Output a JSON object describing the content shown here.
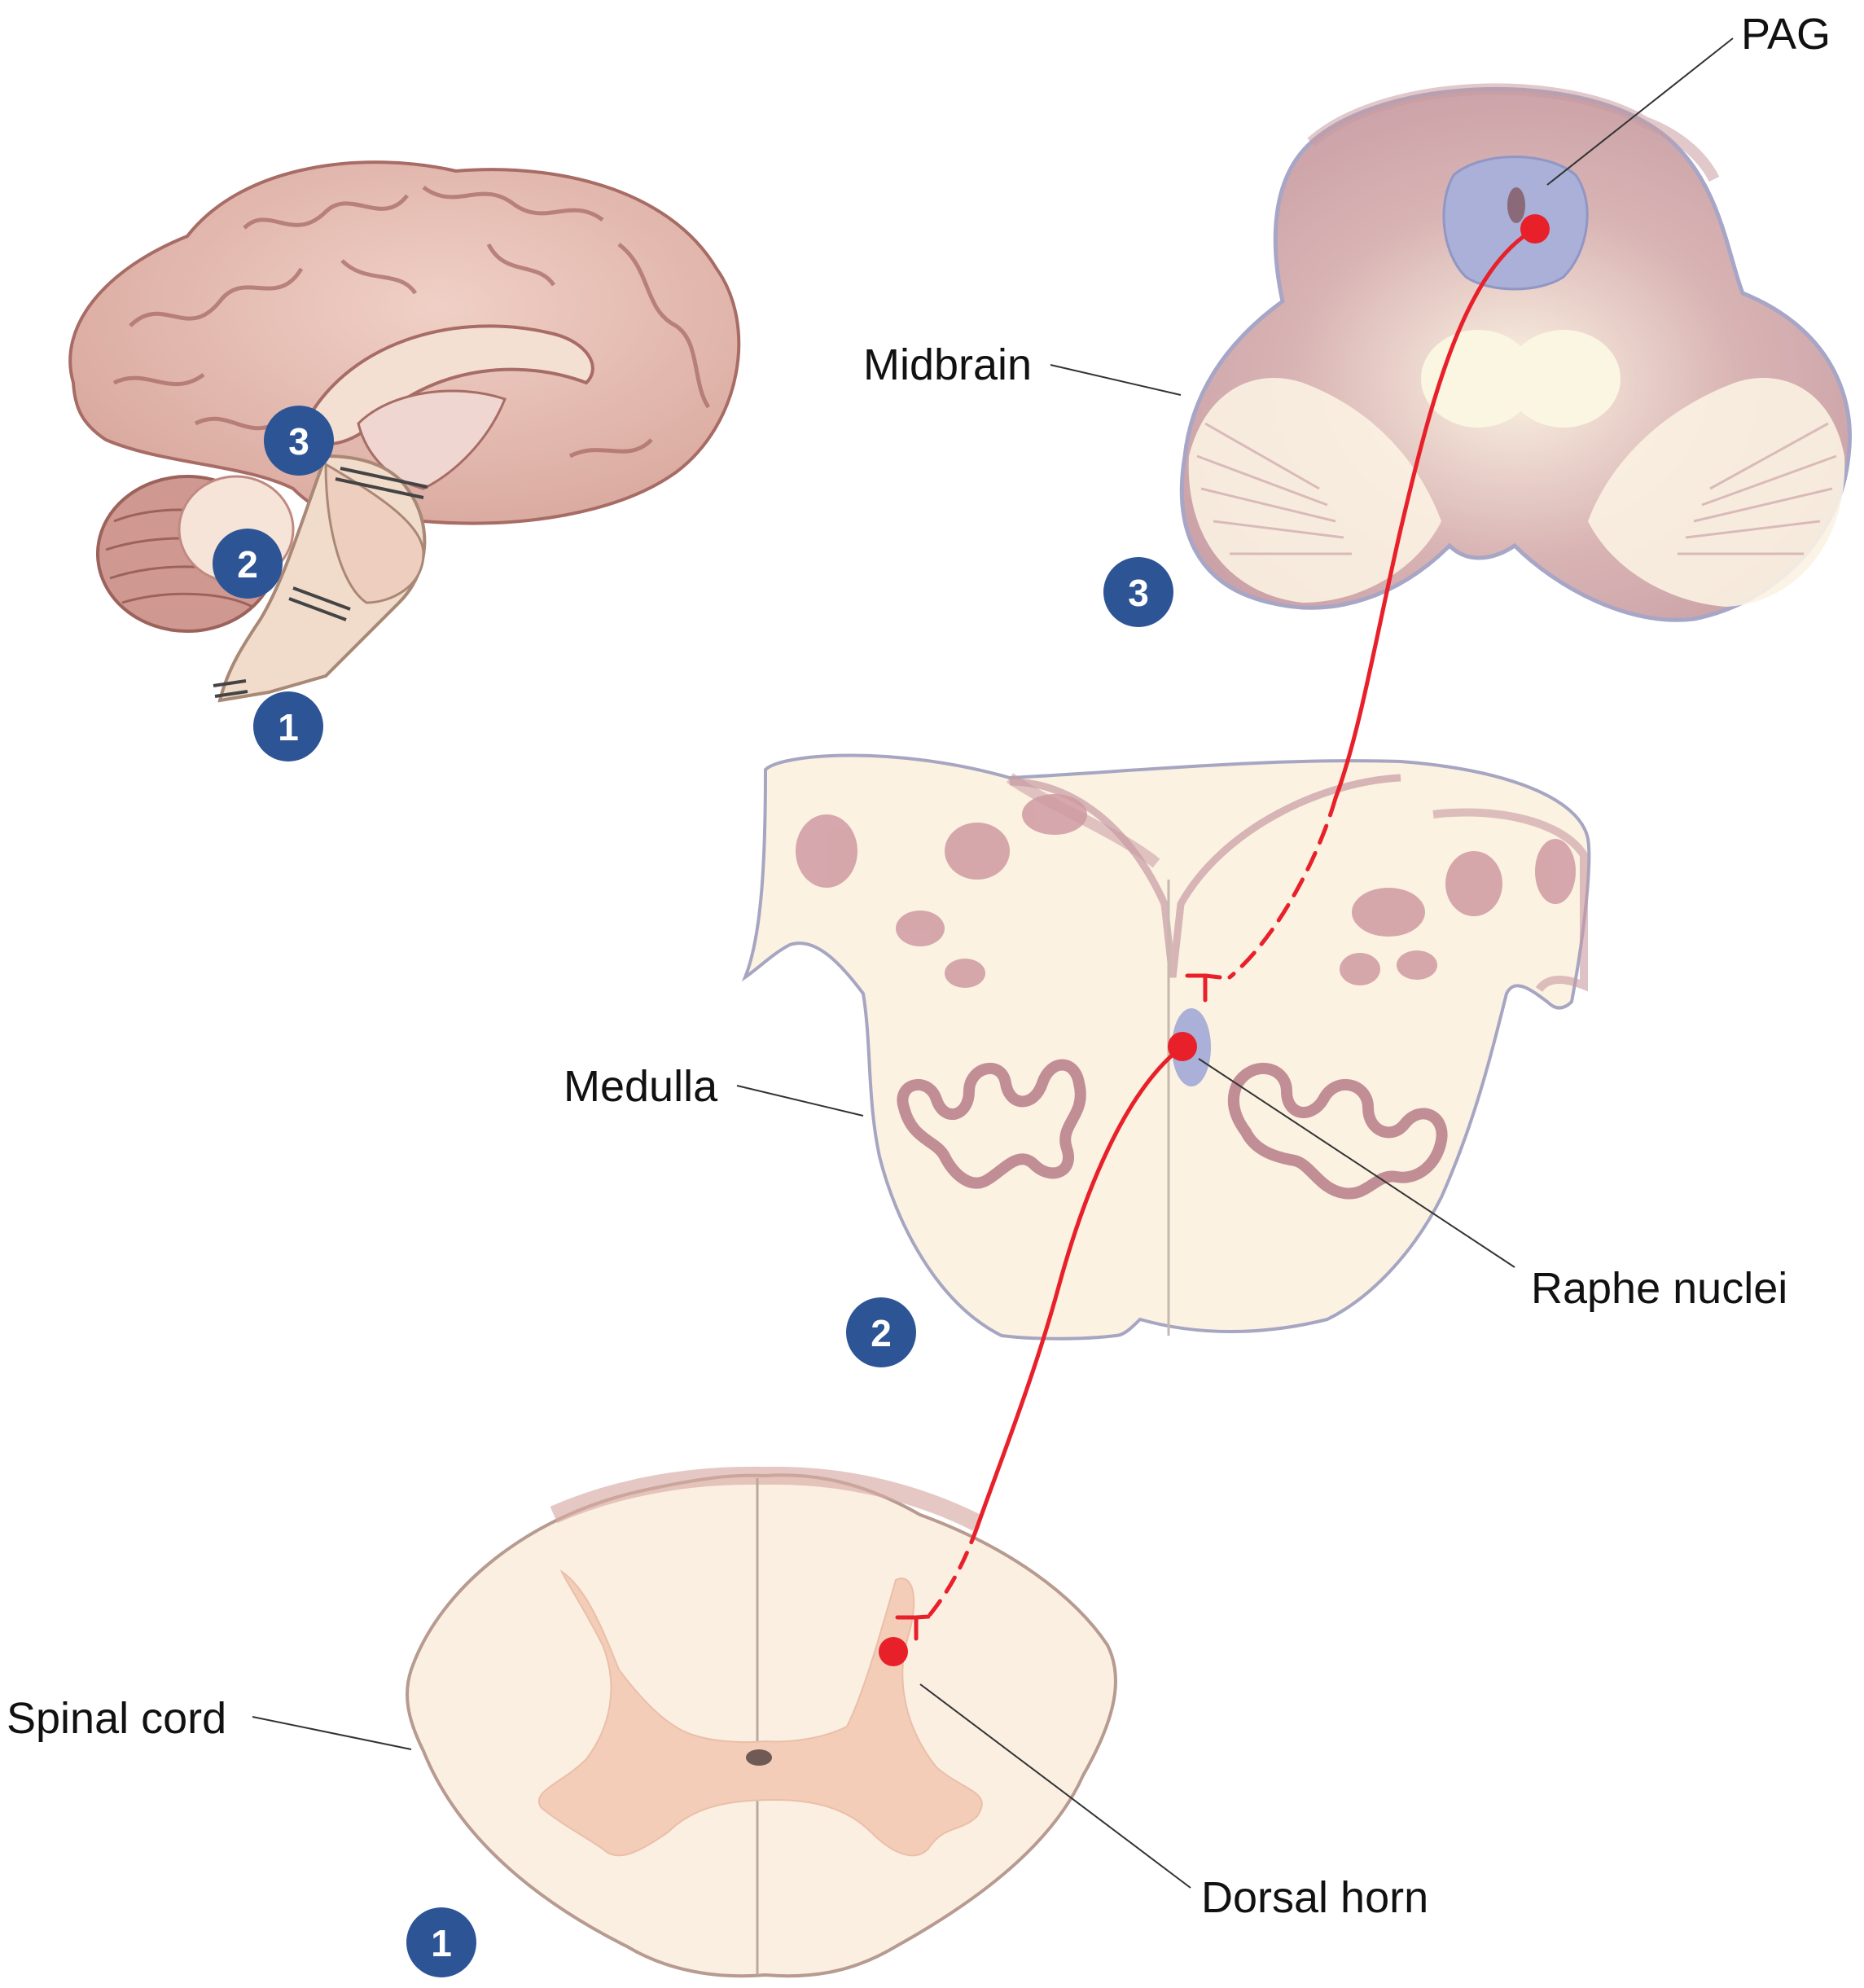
{
  "labels": {
    "pag": "PAG",
    "midbrain": "Midbrain",
    "medulla": "Medulla",
    "raphe_nuclei": "Raphe nuclei",
    "spinal_cord": "Spinal cord",
    "dorsal_horn": "Dorsal horn"
  },
  "badges": {
    "brain_1": "1",
    "brain_2": "2",
    "brain_3": "3",
    "spinal_cord": "1",
    "medulla": "2",
    "midbrain": "3"
  },
  "colors": {
    "pathway": "#e8202a",
    "badge": "#2d5596",
    "brain_tissue": "#e8c2b8",
    "section_white_matter": "#fbf2e2",
    "section_shading": "#c89aa2",
    "nucleus_blue": "#aab0d8",
    "gray_matter": "#f3cdb8"
  }
}
